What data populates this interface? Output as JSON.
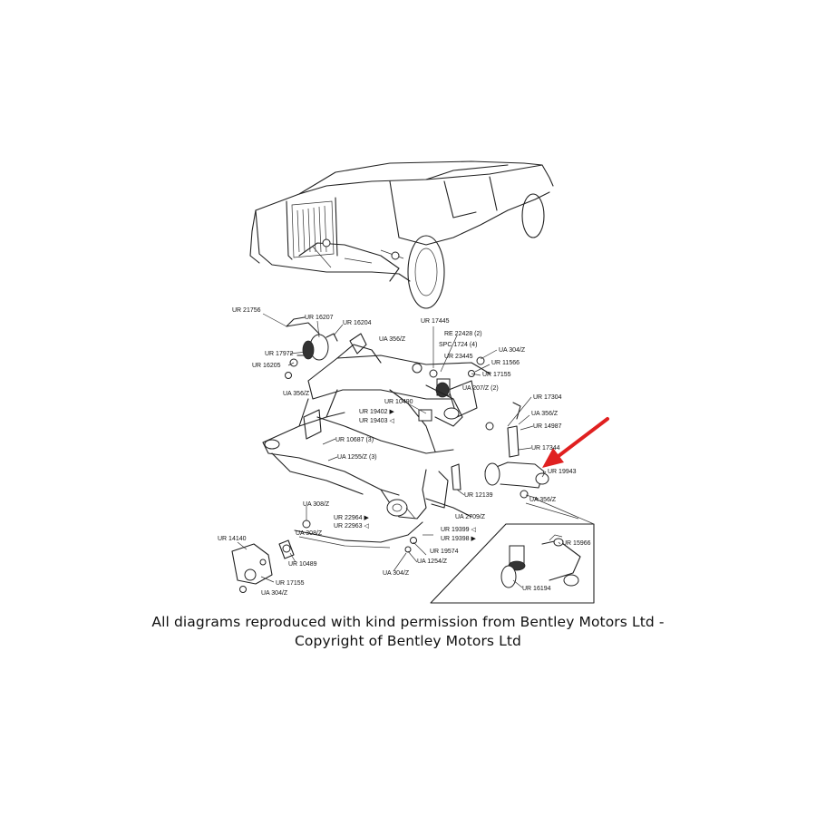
{
  "diagram": {
    "labels": {
      "ur21756": "UR 21756",
      "ur16207": "UR 16207",
      "ur16204": "UR 16204",
      "ur17972": "UR 17972",
      "ur16205": "UR 16205",
      "ua356z_a": "UA 356/Z",
      "ua356z_b": "UA 356/Z",
      "ur17445": "UR 17445",
      "re22428": "RE 22428 (2)",
      "spc1724": "SPC 1724 (4)",
      "ur23445": "UR 23445",
      "ua304z_a": "UA 304/Z",
      "ur11566": "UR 11566",
      "ur17155_a": "UR 17155",
      "ua207z": "UA 207/Z (2)",
      "ur10490": "UR 10490",
      "ur19402": "UR 19402 ▶",
      "ur19403": "UR 19403 ◁",
      "ur17304": "UR 17304",
      "ua356z_c": "UA 356/Z",
      "ur14987": "UR 14987",
      "ur10687": "UR 10687 (3)",
      "ua1255z": "UA 1255/Z (3)",
      "ur17344": "UR 17344",
      "ur19943": "UR 19943",
      "ur12139": "UR 12139",
      "ua356z_d": "UA 356/Z",
      "ua308z_a": "UA 308/Z",
      "ur22964": "UR 22964 ▶",
      "ur22963": "UR 22963 ◁",
      "ua2709z": "UA 2709/Z",
      "ur19399": "UR 19399 ◁",
      "ur19398": "UR 19398 ▶",
      "ur14140": "UR 14140",
      "ua308z_b": "UA 308/Z",
      "ur10489": "UR 10489",
      "ur19574": "UR 19574",
      "ua1254z": "UA 1254/Z",
      "ur17155_b": "UR 17155",
      "ua304z_b": "UA 304/Z",
      "ua304z_c": "UA 304/Z",
      "ur15966": "UR 15966",
      "ur16194": "UR 16194"
    },
    "arrow_color": "#e02020",
    "line_color": "#222222"
  },
  "caption": {
    "line1": "All diagrams reproduced with kind permission from Bentley Motors Ltd -",
    "line2": "Copyright of Bentley Motors Ltd"
  }
}
